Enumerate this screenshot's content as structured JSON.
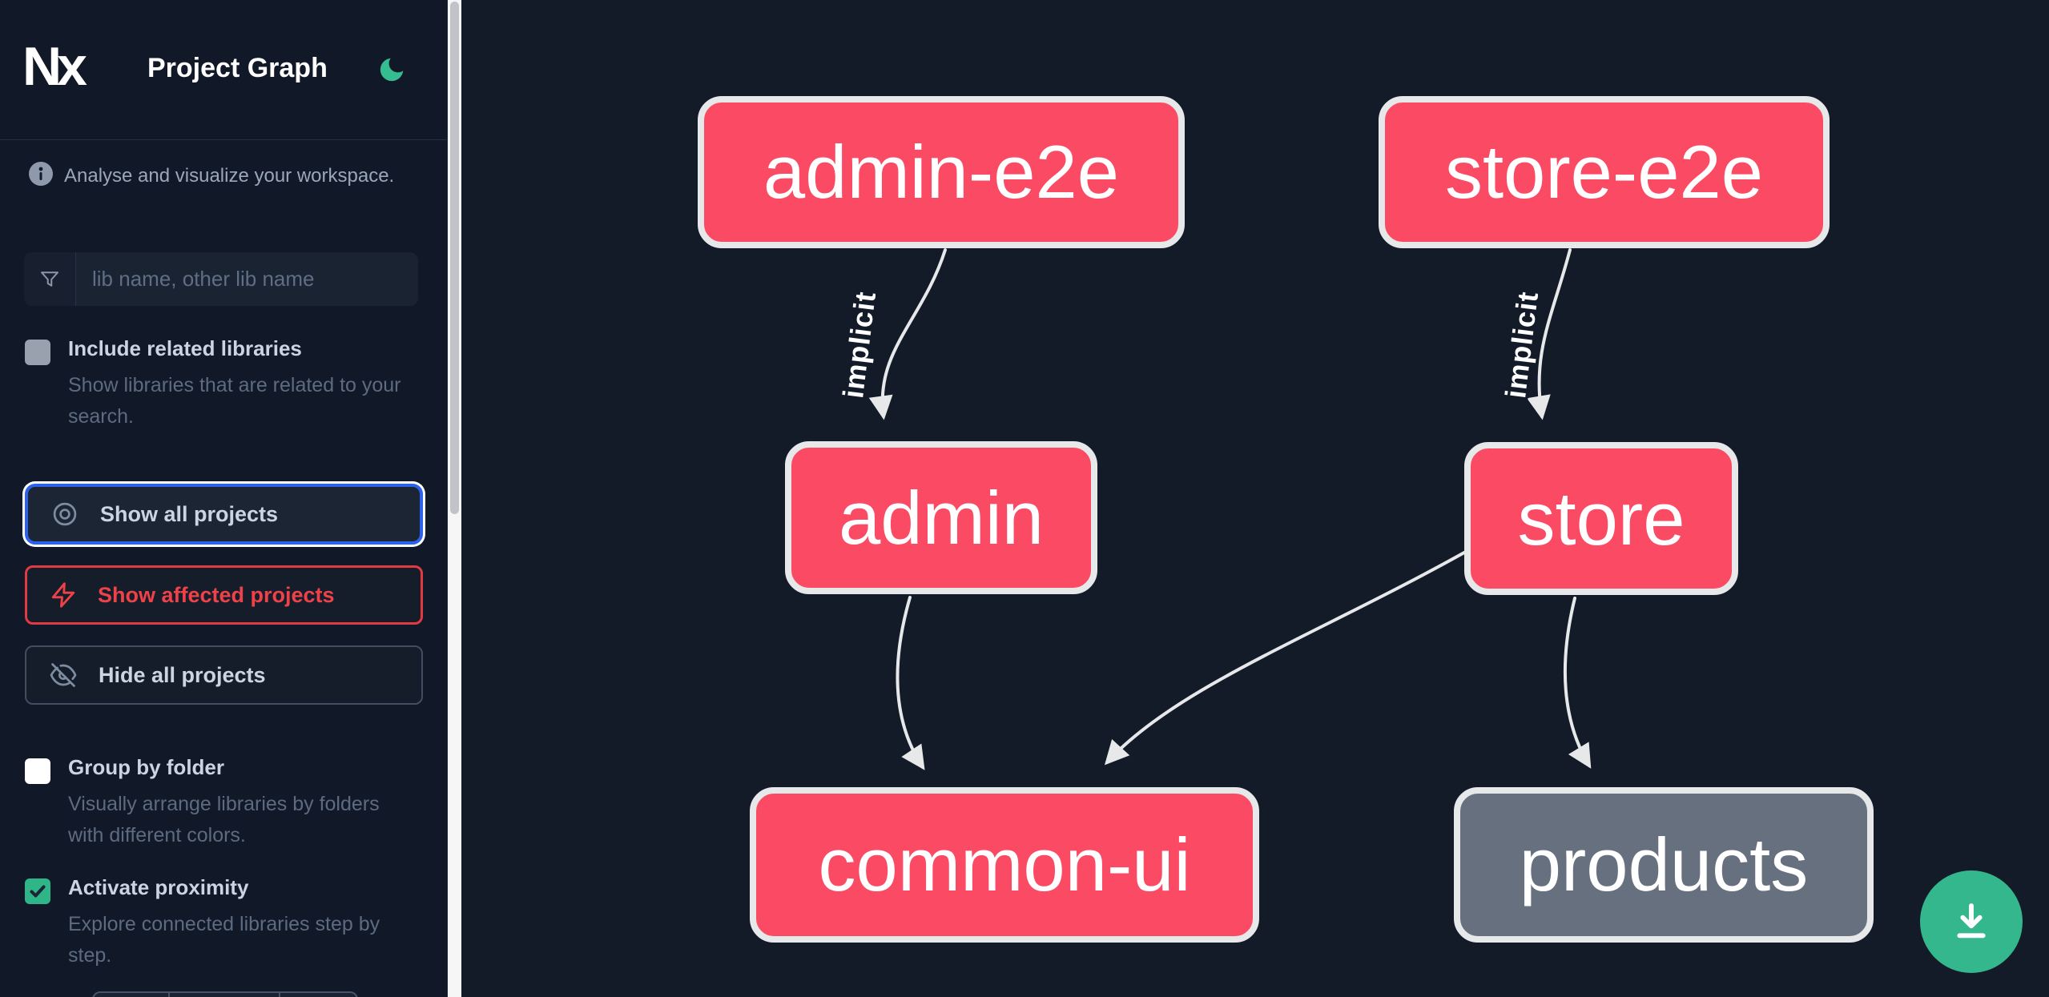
{
  "header": {
    "logo": "Nx",
    "title": "Project Graph"
  },
  "sidebar": {
    "tagline": "Analyse and visualize your workspace.",
    "search_placeholder": "lib name, other lib name",
    "actions": {
      "show_all": "Show all projects",
      "show_affected": "Show affected projects",
      "hide_all": "Hide all projects"
    },
    "options": [
      {
        "label": "Include related libraries",
        "description": "Show libraries that are related to your search.",
        "checked": false
      },
      {
        "label": "Group by folder",
        "description": "Visually arrange libraries by folders with different colors.",
        "checked": false
      },
      {
        "label": "Activate proximity",
        "description": "Explore connected libraries step by step.",
        "checked": true
      }
    ]
  },
  "graph": {
    "nodes": [
      {
        "label": "admin-e2e",
        "style": "affected"
      },
      {
        "label": "store-e2e",
        "style": "affected"
      },
      {
        "label": "admin",
        "style": "affected"
      },
      {
        "label": "store",
        "style": "affected"
      },
      {
        "label": "common-ui",
        "style": "affected"
      },
      {
        "label": "products",
        "style": "normal"
      }
    ],
    "edges": [
      {
        "from": "admin-e2e",
        "to": "admin",
        "label": "implicit"
      },
      {
        "from": "store-e2e",
        "to": "store",
        "label": "implicit"
      },
      {
        "from": "admin",
        "to": "common-ui",
        "label": ""
      },
      {
        "from": "store",
        "to": "common-ui",
        "label": ""
      },
      {
        "from": "store",
        "to": "products",
        "label": ""
      }
    ]
  },
  "colors": {
    "background": "#131b29",
    "node_affected": "#fb4a64",
    "node_normal": "#67707e",
    "node_border": "#e7e8ea",
    "edge": "#e7e8ea",
    "focus_blue": "#2c62e9",
    "affected_red": "#ef4248",
    "accent_green": "#35b78d"
  }
}
